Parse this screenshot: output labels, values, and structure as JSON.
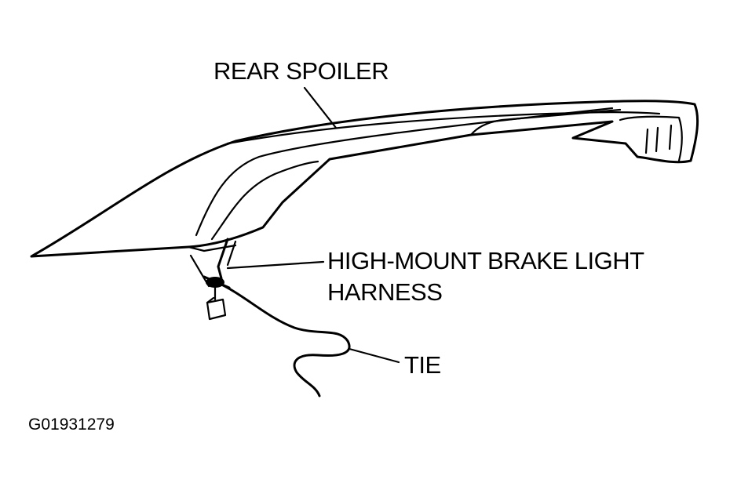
{
  "labels": {
    "rear_spoiler": "REAR SPOILER",
    "brake_light_harness_line1": "HIGH-MOUNT BRAKE LIGHT",
    "brake_light_harness_line2": "HARNESS",
    "tie": "TIE"
  },
  "figure_id": "G01931279",
  "colors": {
    "ink": "#000000",
    "background": "#ffffff"
  }
}
